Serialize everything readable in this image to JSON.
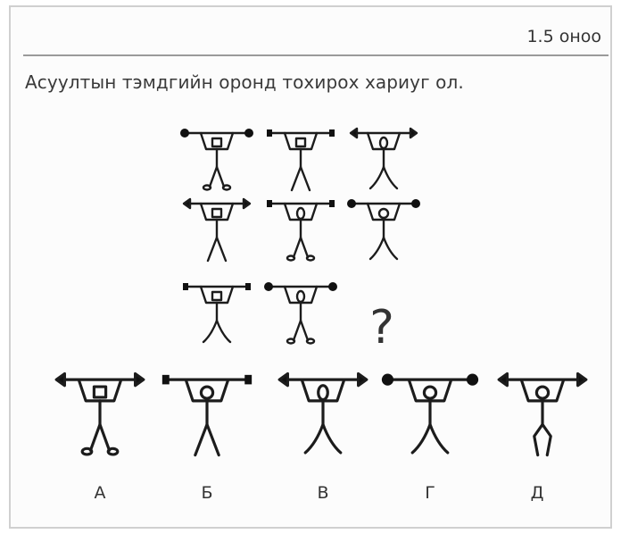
{
  "header": {
    "score": "1.5 оноо"
  },
  "question": {
    "text": "Асуултын тэмдгийн оронд тохирох хариуг ол."
  },
  "puzzle": {
    "missing_symbol": "?",
    "grid": [
      [
        {
          "weight": "ball",
          "head": "square",
          "legs": "feet"
        },
        {
          "weight": "block",
          "head": "square",
          "legs": "straight"
        },
        {
          "weight": "arrow",
          "head": "oval",
          "legs": "curved"
        }
      ],
      [
        {
          "weight": "arrow",
          "head": "square",
          "legs": "straight"
        },
        {
          "weight": "block",
          "head": "oval",
          "legs": "feet"
        },
        {
          "weight": "ball",
          "head": "circle",
          "legs": "curved"
        }
      ],
      [
        {
          "weight": "block",
          "head": "square",
          "legs": "curved"
        },
        {
          "weight": "ball",
          "head": "oval",
          "legs": "feet"
        }
      ]
    ],
    "options": [
      {
        "label": "А",
        "weight": "arrow",
        "head": "square",
        "legs": "feet"
      },
      {
        "label": "Б",
        "weight": "block",
        "head": "circle",
        "legs": "straight"
      },
      {
        "label": "В",
        "weight": "arrow",
        "head": "oval",
        "legs": "curved"
      },
      {
        "label": "Г",
        "weight": "ball",
        "head": "circle",
        "legs": "curved"
      },
      {
        "label": "Д",
        "weight": "arrow",
        "head": "circle",
        "legs": "bent"
      }
    ]
  }
}
